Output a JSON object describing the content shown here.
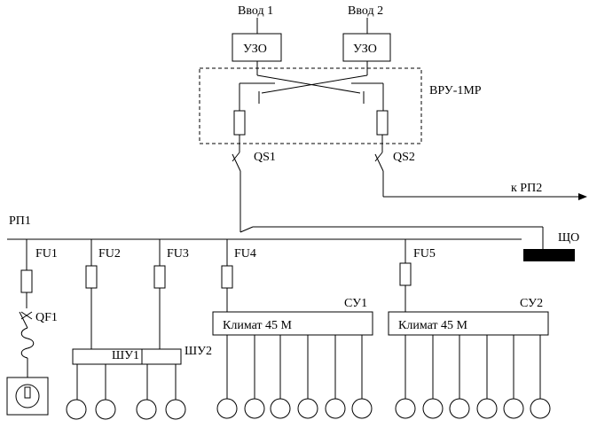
{
  "inputs": {
    "input1": "Ввод 1",
    "input2": "Ввод 2"
  },
  "rcd": {
    "label1": "УЗО",
    "label2": "УЗО"
  },
  "panel": {
    "label": "ВРУ-1МР"
  },
  "switches": {
    "qs1": "QS1",
    "qs2": "QS2"
  },
  "outgoing": {
    "label": "к РП2"
  },
  "bus": {
    "label": "РП1"
  },
  "lighting_panel": {
    "label": "ЩО"
  },
  "fuses": {
    "fu1": "FU1",
    "fu2": "FU2",
    "fu3": "FU3",
    "fu4": "FU4",
    "fu5": "FU5"
  },
  "breaker": {
    "label": "QF1"
  },
  "sockets": {
    "shu1": "ШУ1",
    "shu2": "ШУ2"
  },
  "climate": {
    "su1_label": "СУ1",
    "su1_name": "Климат 45 М",
    "su2_label": "СУ2",
    "su2_name": "Климат 45 М"
  }
}
